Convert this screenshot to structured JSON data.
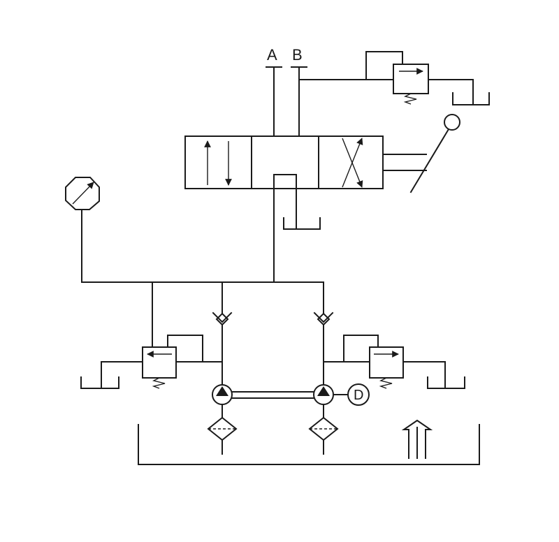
{
  "ports": {
    "a": "A",
    "b": "B"
  },
  "motor": {
    "label": "D"
  },
  "colors": {
    "line": "#1a1a1a",
    "background": "#ffffff"
  },
  "symbols": [
    "directional-control-valve-3-position",
    "lever-actuator",
    "pressure-gauge",
    "relief-valve",
    "check-valve",
    "hydraulic-pump",
    "electric-motor",
    "filter",
    "tank",
    "vent-arrow"
  ]
}
